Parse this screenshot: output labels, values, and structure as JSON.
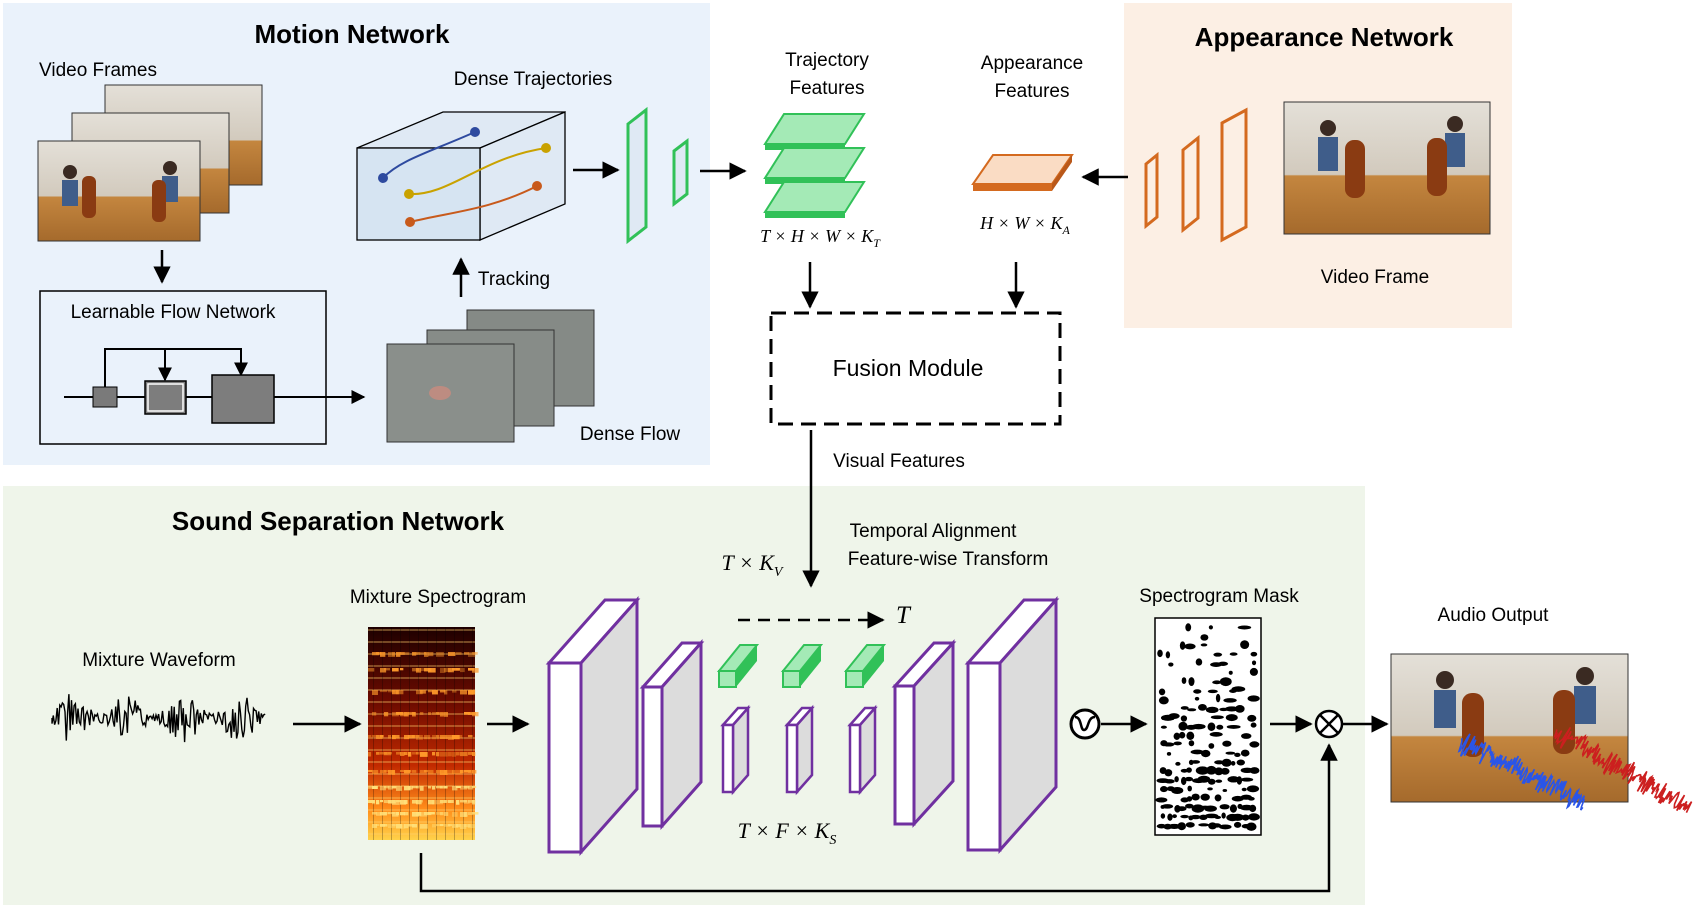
{
  "motion": {
    "title": "Motion Network",
    "video_frames": "Video Frames",
    "dense_trajectories": "Dense Trajectories",
    "tracking": "Tracking",
    "flow_network": "Learnable Flow Network",
    "dense_flow": "Dense Flow"
  },
  "trajectory": {
    "label_line1": "Trajectory",
    "label_line2": "Features"
  },
  "appearance_features": {
    "label_line1": "Appearance",
    "label_line2": "Features"
  },
  "appearance": {
    "title": "Appearance Network",
    "video_frame": "Video Frame"
  },
  "fusion": {
    "label": "Fusion Module",
    "visual_features": "Visual Features"
  },
  "sound": {
    "title": "Sound Separation Network",
    "temporal_line1": "Temporal Alignment",
    "temporal_line2": "Feature-wise Transform",
    "mixture_spectrogram": "Mixture Spectrogram",
    "mixture_waveform": "Mixture Waveform",
    "spectrogram_mask": "Spectrogram Mask",
    "audio_output": "Audio Output"
  },
  "math": {
    "thwk_T": "T × H × W × K",
    "thwk_T_sub": "T",
    "hwk_A": "H × W × K",
    "hwk_A_sub": "A",
    "tk_V": "T × K",
    "tk_V_sub": "V",
    "t_arrow": "T",
    "tfk_S": "T × F × K",
    "tfk_S_sub": "S"
  },
  "colors": {
    "motion_bg": "#eaf2fb",
    "appearance_bg": "#fcefe4",
    "sound_bg": "#eff5ea",
    "trajectory_green": "#31c158",
    "appearance_orange": "#d46a1f",
    "unet_purple": "#7030a0",
    "blue_wave": "#2a55e8",
    "red_wave": "#cc1f1f"
  },
  "icons": [
    "sigmoid-icon",
    "multiply-icon"
  ]
}
